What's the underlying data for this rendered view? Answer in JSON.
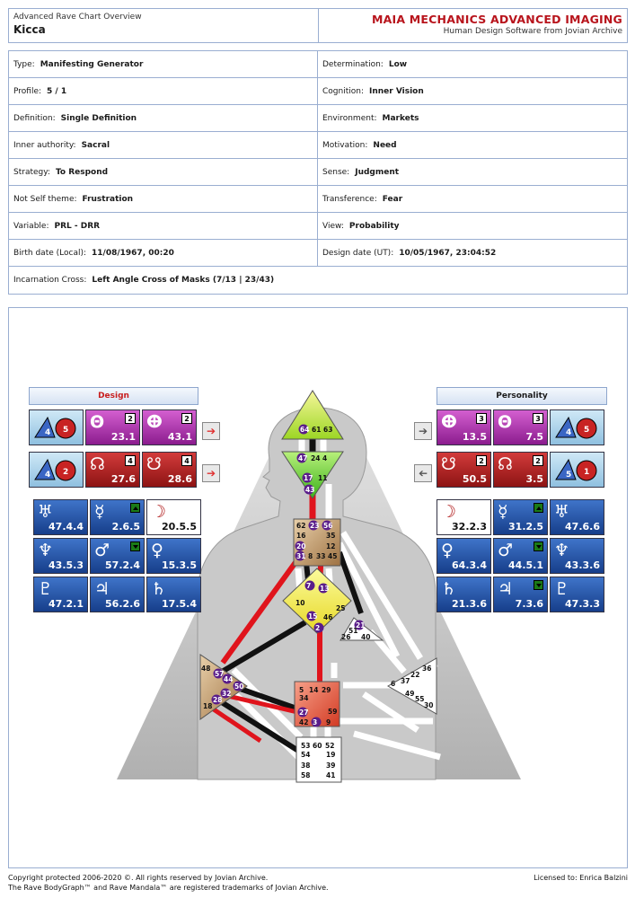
{
  "header": {
    "subtitle": "Advanced Rave Chart Overview",
    "name": "Kicca",
    "brand": "MAIA MECHANICS ADVANCED IMAGING",
    "brand_sub": "Human Design Software from Jovian Archive"
  },
  "info": {
    "rows": [
      {
        "l_label": "Type:",
        "l_value": "Manifesting Generator",
        "r_label": "Determination:",
        "r_value": "Low"
      },
      {
        "l_label": "Profile:",
        "l_value": "5 / 1",
        "r_label": "Cognition:",
        "r_value": "Inner Vision"
      },
      {
        "l_label": "Definition:",
        "l_value": "Single Definition",
        "r_label": "Environment:",
        "r_value": "Markets"
      },
      {
        "l_label": "Inner authority:",
        "l_value": "Sacral",
        "r_label": "Motivation:",
        "r_value": "Need"
      },
      {
        "l_label": "Strategy:",
        "l_value": "To Respond",
        "r_label": "Sense:",
        "r_value": "Judgment"
      },
      {
        "l_label": "Not Self theme:",
        "l_value": "Frustration",
        "r_label": "Transference:",
        "r_value": "Fear"
      },
      {
        "l_label": "Variable:",
        "l_value": "PRL - DRR",
        "r_label": "View:",
        "r_value": "Probability"
      },
      {
        "l_label": "Birth date (Local):",
        "l_value": "11/08/1967, 00:20",
        "r_label": "Design date (UT):",
        "r_value": "10/05/1967, 23:04:52"
      }
    ],
    "cross_label": "Incarnation Cross:",
    "cross_value": "Left Angle Cross of Masks (7/13 | 23/43)"
  },
  "design": {
    "title": "Design",
    "title_color": "#c81e1e",
    "node_row_1": [
      {
        "type": "sel",
        "sym": "4",
        "sym2": "5"
      },
      {
        "type": "pur",
        "sym": "Θ",
        "value": "23.1",
        "badge": "2"
      },
      {
        "type": "pur",
        "sym": "ⴲ",
        "value": "43.1",
        "badge": "2"
      }
    ],
    "node_row_2": [
      {
        "type": "sel",
        "sym": "4",
        "sym2": "2"
      },
      {
        "type": "red",
        "sym": "☊",
        "value": "27.6",
        "badge": "4"
      },
      {
        "type": "red",
        "sym": "☋",
        "value": "28.6",
        "badge": "4"
      }
    ],
    "planets": [
      {
        "type": "blu",
        "sym": "♅",
        "value": "47.4.4"
      },
      {
        "type": "blu",
        "sym": "☿",
        "value": "2.6.5",
        "tri": "up"
      },
      {
        "type": "wht",
        "sym": "☽",
        "value": "20.5.5"
      },
      {
        "type": "blu",
        "sym": "♆",
        "value": "43.5.3"
      },
      {
        "type": "blu",
        "sym": "♂",
        "value": "57.2.4",
        "tri": "down"
      },
      {
        "type": "blu",
        "sym": "♀",
        "value": "15.3.5"
      },
      {
        "type": "blu",
        "sym": "♇",
        "value": "47.2.1"
      },
      {
        "type": "blu",
        "sym": "♃",
        "value": "56.2.6"
      },
      {
        "type": "blu",
        "sym": "♄",
        "value": "17.5.4"
      }
    ]
  },
  "personality": {
    "title": "Personality",
    "title_color": "#1a1a1a",
    "node_row_1": [
      {
        "type": "pur",
        "sym": "ⴲ",
        "value": "13.5",
        "badge": "3"
      },
      {
        "type": "pur",
        "sym": "Θ",
        "value": "7.5",
        "badge": "3"
      },
      {
        "type": "sel",
        "sym": "4",
        "sym2": "5"
      }
    ],
    "node_row_2": [
      {
        "type": "red",
        "sym": "☋",
        "value": "50.5",
        "badge": "2"
      },
      {
        "type": "red",
        "sym": "☊",
        "value": "3.5",
        "badge": "2"
      },
      {
        "type": "sel",
        "sym": "5",
        "sym2": "1"
      }
    ],
    "planets": [
      {
        "type": "wht",
        "sym": "☽",
        "value": "32.2.3"
      },
      {
        "type": "blu",
        "sym": "☿",
        "value": "31.2.5",
        "tri": "up"
      },
      {
        "type": "blu",
        "sym": "♅",
        "value": "47.6.6"
      },
      {
        "type": "blu",
        "sym": "♀",
        "value": "64.3.4"
      },
      {
        "type": "blu",
        "sym": "♂",
        "value": "44.5.1",
        "tri": "down"
      },
      {
        "type": "blu",
        "sym": "♆",
        "value": "43.3.6"
      },
      {
        "type": "blu",
        "sym": "♄",
        "value": "21.3.6"
      },
      {
        "type": "blu",
        "sym": "♃",
        "value": "7.3.6",
        "tri": "down"
      },
      {
        "type": "blu",
        "sym": "♇",
        "value": "47.3.3"
      }
    ]
  },
  "gates": {
    "head": [
      "64",
      "61",
      "63"
    ],
    "ajna": [
      "47",
      "24",
      "4",
      "17",
      "11",
      "43"
    ],
    "throat": [
      "62",
      "23",
      "56",
      "16",
      "35",
      "20",
      "12",
      "31",
      "8",
      "33",
      "45"
    ],
    "g": [
      "10",
      "7",
      "13",
      "15",
      "2",
      "25",
      "46"
    ],
    "heart": [
      "21",
      "51",
      "26",
      "40"
    ],
    "spleen": [
      "48",
      "57",
      "44",
      "50",
      "32",
      "28",
      "18"
    ],
    "sacral": [
      "5",
      "14",
      "29",
      "34",
      "27",
      "59",
      "42",
      "3",
      "9"
    ],
    "root": [
      "53",
      "60",
      "52",
      "54",
      "19",
      "38",
      "39",
      "58",
      "41"
    ],
    "solar": [
      "36",
      "22",
      "6",
      "37",
      "49",
      "55",
      "30"
    ]
  },
  "footer": {
    "copyright": "Copyright protected 2006-2020 ©. All rights reserved by Jovian Archive.",
    "trademark": "The Rave BodyGraph™ and Rave Mandala™ are registered trademarks of Jovian Archive.",
    "licensed": "Licensed to: Enrica Balzini"
  },
  "colors": {
    "design_red": "#e0141c",
    "personality_black": "#111111"
  }
}
